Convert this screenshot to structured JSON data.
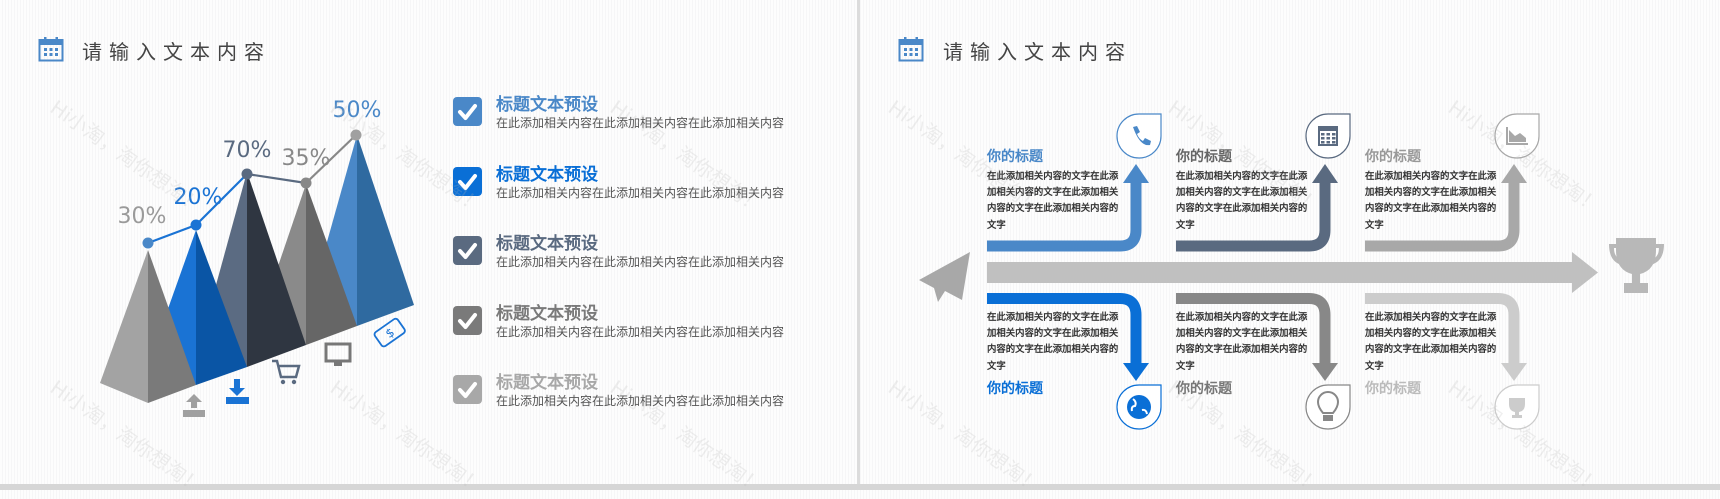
{
  "left_panel": {
    "title": "请输入文本内容",
    "chart_labels": [
      {
        "text": "30%",
        "color": "#9a9a9a"
      },
      {
        "text": "20%",
        "color": "#1a73d4"
      },
      {
        "text": "70%",
        "color": "#5a6a80"
      },
      {
        "text": "35%",
        "color": "#888888"
      },
      {
        "text": "50%",
        "color": "#4a88c8"
      }
    ],
    "pyramid_colors": [
      [
        "#a3a3a3",
        "#7a7a7a"
      ],
      [
        "#1a73d4",
        "#0a55a5"
      ],
      [
        "#5b6b82",
        "#2f3641"
      ],
      [
        "#8a8a8a",
        "#666666"
      ],
      [
        "#4a88c8",
        "#2f6aa0"
      ]
    ],
    "icons": [
      "upload-icon",
      "download-icon",
      "cart-icon",
      "monitor-icon",
      "money-icon"
    ],
    "list": [
      {
        "title": "标题文本预设",
        "desc": "在此添加相关内容在此添加相关内容在此添加相关内容",
        "color": "#4a88c8"
      },
      {
        "title": "标题文本预设",
        "desc": "在此添加相关内容在此添加相关内容在此添加相关内容",
        "color": "#0a6fd6"
      },
      {
        "title": "标题文本预设",
        "desc": "在此添加相关内容在此添加相关内容在此添加相关内容",
        "color": "#5a6a80"
      },
      {
        "title": "标题文本预设",
        "desc": "在此添加相关内容在此添加相关内容在此添加相关内容",
        "color": "#7a7a7a"
      },
      {
        "title": "标题文本预设",
        "desc": "在此添加相关内容在此添加相关内容在此添加相关内容",
        "color": "#a8a8a8"
      }
    ]
  },
  "right_panel": {
    "title": "请输入文本内容",
    "upper": [
      {
        "title": "你的标题",
        "lines": [
          "在此添加相关内容的文字在此添",
          "加相关内容的文字在此添加相关",
          "内容的文字在此添加相关内容的",
          "文字"
        ],
        "color": "#4a88c8",
        "title_color": "#4a88c8",
        "icon": "phone-icon"
      },
      {
        "title": "你的标题",
        "lines": [
          "在此添加相关内容的文字在此添",
          "加相关内容的文字在此添加相关",
          "内容的文字在此添加相关内容的",
          "文字"
        ],
        "color": "#5a6a80",
        "title_color": "#666666",
        "icon": "calendar-icon"
      },
      {
        "title": "你的标题",
        "lines": [
          "在此添加相关内容的文字在此添",
          "加相关内容的文字在此添加相关",
          "内容的文字在此添加相关内容的",
          "文字"
        ],
        "color": "#a8a8a8",
        "title_color": "#999999",
        "icon": "area-chart-icon"
      }
    ],
    "lower": [
      {
        "title": "你的标题",
        "lines": [
          "在此添加相关内容的文字在此添",
          "加相关内容的文字在此添加相关",
          "内容的文字在此添加相关内容的",
          "文字"
        ],
        "color": "#0a6fd6",
        "title_color": "#0a6fd6",
        "icon": "globe-icon"
      },
      {
        "title": "你的标题",
        "lines": [
          "在此添加相关内容的文字在此添",
          "加相关内容的文字在此添加相关",
          "内容的文字在此添加相关内容的",
          "文字"
        ],
        "color": "#888888",
        "title_color": "#777777",
        "icon": "lightbulb-icon"
      },
      {
        "title": "你的标题",
        "lines": [
          "在此添加相关内容的文字在此添",
          "加相关内容的文字在此添加相关",
          "内容的文字在此添加相关内容的",
          "文字"
        ],
        "color": "#cccccc",
        "title_color": "#bbbbbb",
        "icon": "trophy-icon"
      }
    ],
    "main_arrow_color": "#c0c0c0",
    "start_icon": "paper-plane-icon",
    "end_icon": "trophy-icon"
  },
  "watermark": "Hi小淘，淘你想淘！",
  "accent": "#4a88c8"
}
